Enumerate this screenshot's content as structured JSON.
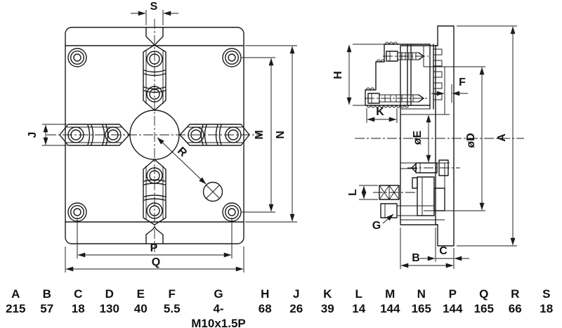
{
  "drawing": {
    "dims": {
      "S": "S",
      "J": "J",
      "M": "M",
      "N": "N",
      "P": "P",
      "Q": "Q",
      "R": "R",
      "H": "H",
      "K": "K",
      "F": "F",
      "L": "L",
      "G": "G",
      "A": "A",
      "D": "øD",
      "E": "øE",
      "B": "B",
      "C": "C"
    }
  },
  "table": {
    "cols": [
      {
        "h": "A",
        "v": "215"
      },
      {
        "h": "B",
        "v": "57"
      },
      {
        "h": "C",
        "v": "18"
      },
      {
        "h": "D",
        "v": "130"
      },
      {
        "h": "E",
        "v": "40"
      },
      {
        "h": "F",
        "v": "5.5"
      },
      {
        "h": "G",
        "v": "4-M10x1.5P"
      },
      {
        "h": "H",
        "v": "68"
      },
      {
        "h": "J",
        "v": "26"
      },
      {
        "h": "K",
        "v": "39"
      },
      {
        "h": "L",
        "v": "14"
      },
      {
        "h": "M",
        "v": "144"
      },
      {
        "h": "N",
        "v": "165"
      },
      {
        "h": "P",
        "v": "144"
      },
      {
        "h": "Q",
        "v": "165"
      },
      {
        "h": "R",
        "v": "66"
      },
      {
        "h": "S",
        "v": "18"
      }
    ]
  }
}
